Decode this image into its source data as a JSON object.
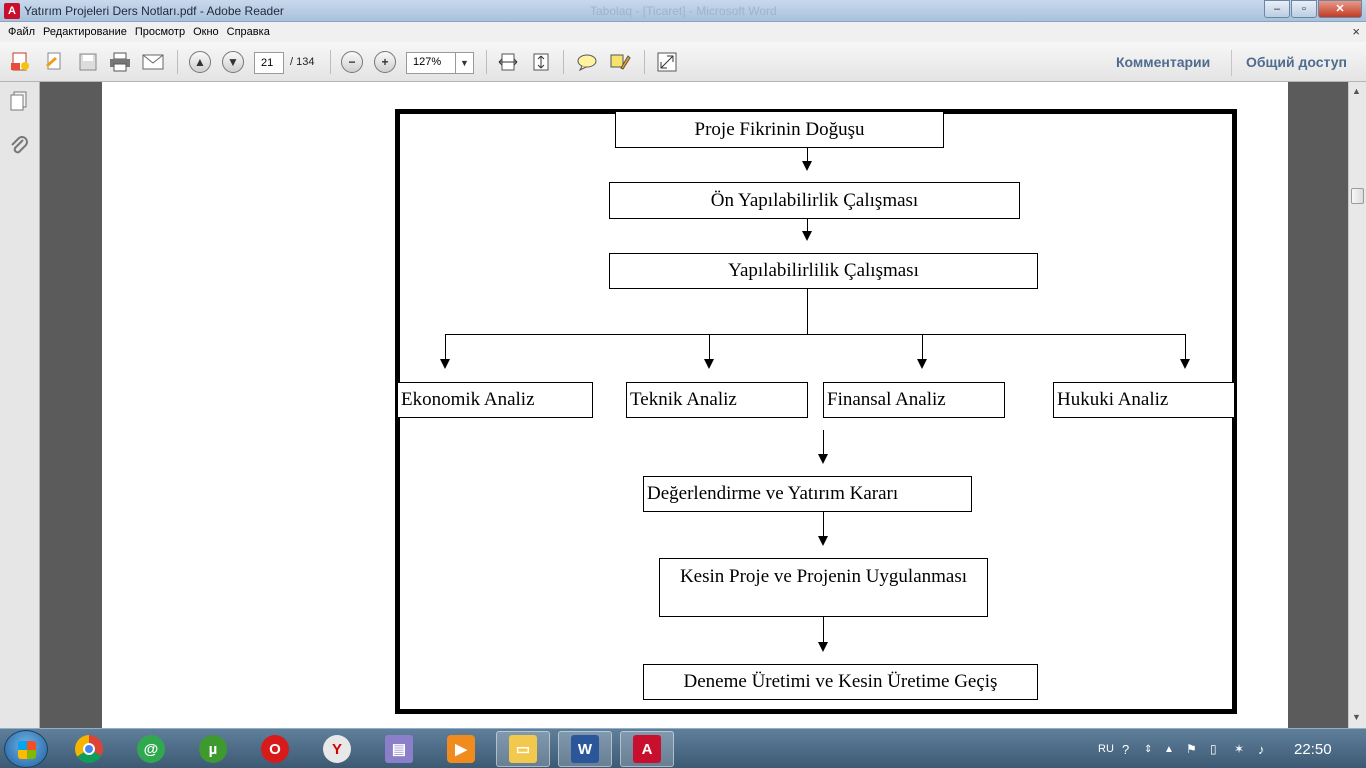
{
  "window": {
    "title": "Yatırım Projeleri Ders Notları.pdf - Adobe Reader",
    "background_title": "Tabolaq - [Ticaret] - Microsoft Word",
    "controls": {
      "minimize": "‒",
      "maximize": "▫",
      "close": "✕"
    }
  },
  "menu": {
    "items": [
      "Файл",
      "Редактирование",
      "Просмотр",
      "Окно",
      "Справка"
    ],
    "close_glyph": "×"
  },
  "toolbar": {
    "page_current": "21",
    "page_total": "/ 134",
    "zoom_value": "127%",
    "comments_label": "Комментарии",
    "share_label": "Общий доступ"
  },
  "flowchart": {
    "step1": "Proje Fikrinin Doğuşu",
    "step2": "Ön Yapılabilirlik Çalışması",
    "step3": "Yapılabilirlilik Çalışması",
    "analyses": [
      "Ekonomik Analiz",
      "Teknik Analiz",
      "Finansal Analiz",
      "Hukuki Analiz"
    ],
    "step5": "Değerlendirme ve Yatırım Kararı",
    "step6": "Kesin Proje ve Projenin Uygulanması",
    "step7": "Deneme Üretimi ve Kesin Üretime Geçiş"
  },
  "taskbar": {
    "language": "RU",
    "clock": "22:50",
    "apps": [
      "chrome-icon",
      "mail-agent-icon",
      "utorrent-icon",
      "opera-icon",
      "yandex-browser-icon",
      "save-disk-icon",
      "media-player-icon",
      "explorer-icon",
      "word-icon",
      "adobe-reader-icon"
    ]
  }
}
